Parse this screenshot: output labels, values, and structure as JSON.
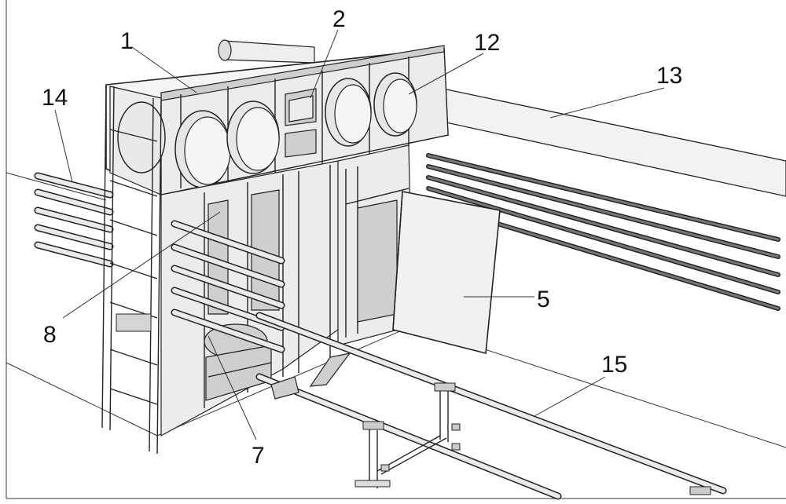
{
  "labels": {
    "l1": "1",
    "l2": "2",
    "l12": "12",
    "l13": "13",
    "l14": "14",
    "l8": "8",
    "l5": "5",
    "l15": "15",
    "l7": "7"
  }
}
